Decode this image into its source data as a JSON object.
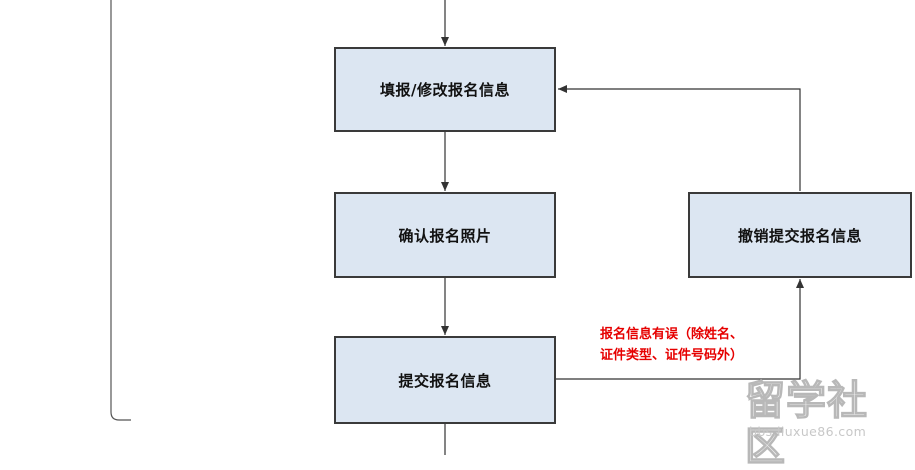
{
  "nodes": {
    "fill_modify": "填报/修改报名信息",
    "confirm_photo": "确认报名照片",
    "submit": "提交报名信息",
    "revoke": "撤销提交报名信息"
  },
  "edge_note": {
    "line1": "报名信息有误（除姓名、",
    "line2": "证件类型、证件号码外）"
  },
  "watermark": {
    "logo_text": "留学社区",
    "url": "bbs.liuxue86.com"
  },
  "colors": {
    "box_fill": "#dce6f2",
    "box_border": "#3a3a3a",
    "note_text": "#e60000",
    "line": "#333333"
  }
}
